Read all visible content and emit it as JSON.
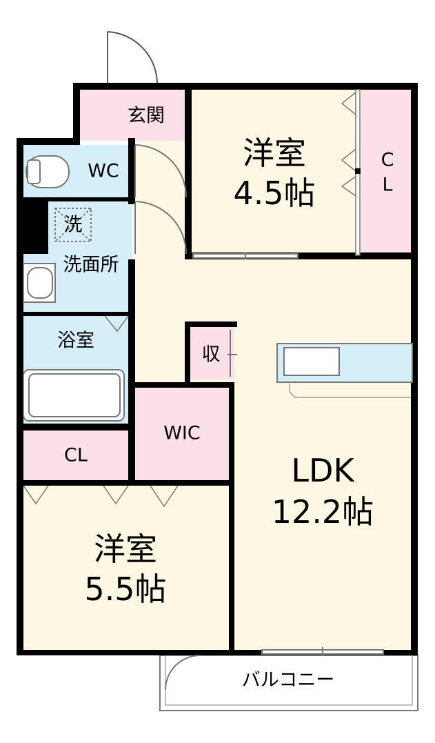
{
  "colors": {
    "living": "#fdf7e4",
    "wet": "#d6eef8",
    "storage": "#fbe0ea",
    "wall": "#000000",
    "line": "#888888"
  },
  "rooms": {
    "genkan": {
      "name": "玄関"
    },
    "wc": {
      "name": "WC"
    },
    "washroom": {
      "name": "洗面所",
      "washer": "洗"
    },
    "bath": {
      "name": "浴室"
    },
    "cl_left": {
      "name": "CL"
    },
    "wic": {
      "name": "WIC"
    },
    "shu": {
      "name": "収"
    },
    "western_a": {
      "name": "洋室",
      "size": "4.5帖"
    },
    "cl_right": {
      "line1": "C",
      "line2": "L"
    },
    "western_b": {
      "name": "洋室",
      "size": "5.5帖"
    },
    "ldk": {
      "name": "LDK",
      "size": "12.2帖"
    },
    "balcony": {
      "name": "バルコニー"
    }
  }
}
